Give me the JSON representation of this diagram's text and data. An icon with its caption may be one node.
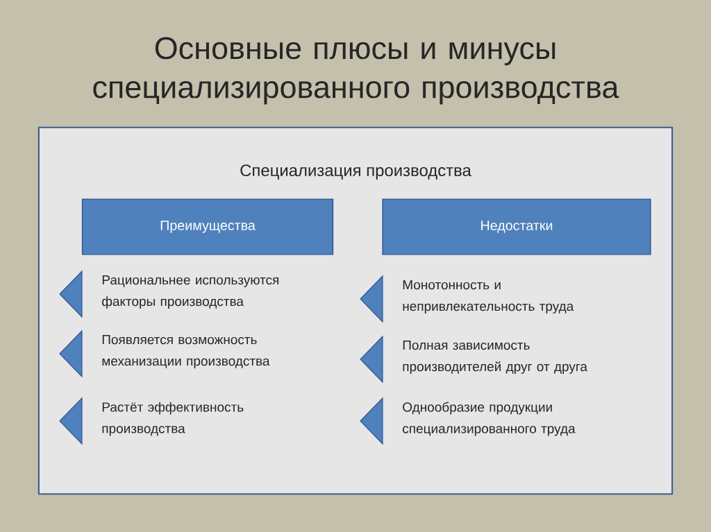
{
  "diagram": {
    "title": "Основные плюсы и минусы специализированного производства",
    "nodes": [
      {
        "text": [
          "Специализация производства"
        ]
      },
      {
        "text": [
          "Преимущества"
        ],
        "in": 0
      },
      {
        "text": [
          "Недостатки"
        ],
        "in": 0
      }
    ],
    "edges": [],
    "labels": [
      "Рациональнее используются факторы производства",
      "Монотонность и непривлекательность труда",
      "Появляется возможность механизации производства",
      "Полная зависимость производителей друг от друга",
      "Растёт эффективность производства",
      "Однообразие продукции специализированного труда"
    ]
  }
}
